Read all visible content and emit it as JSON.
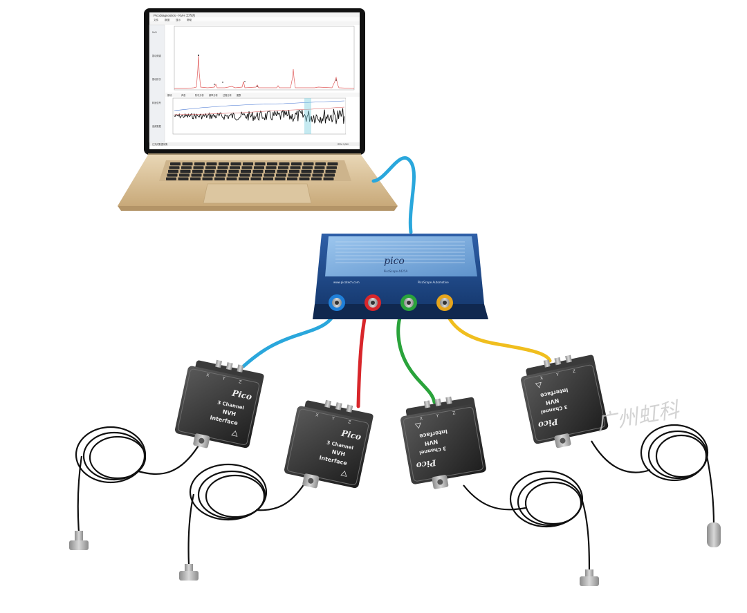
{
  "laptop": {
    "window_title": "PicoDiagnostics - NVH 工作台",
    "menu": [
      "文件",
      "数据",
      "显示",
      "帮助"
    ],
    "side_tabs": [
      "NVH",
      "振动频谱",
      "振动阶次",
      "转速信号",
      "音频数据"
    ],
    "bottom_tabs": [
      "振动",
      "声音",
      "阶次分析",
      "频率分析",
      "过程分析",
      "图表"
    ],
    "status_left": "已完成数据采集",
    "status_right": "RPM 3,000"
  },
  "hub": {
    "brand": "pico",
    "subtitle": "PicoScope 4425A",
    "footer_left": "www.picotech.com",
    "footer_right": "PicoScope Automotive",
    "port_colors": [
      "#1f7fd8",
      "#d8262b",
      "#2aa33b",
      "#e6a51c"
    ]
  },
  "cable_colors": {
    "usb": "#2aa7dc",
    "ch1": "#2aa7dc",
    "ch2": "#d8262b",
    "ch3": "#2aa33b",
    "ch4": "#f0be1e"
  },
  "interfaces": [
    {
      "brand": "Pico",
      "line1": "3 Channel",
      "line2": "NVH",
      "line3": "Interface",
      "axes": [
        "X",
        "Y",
        "Z"
      ]
    },
    {
      "brand": "Pico",
      "line1": "3 Channel",
      "line2": "NVH",
      "line3": "Interface",
      "axes": [
        "X",
        "Y",
        "Z"
      ]
    },
    {
      "brand": "Pico",
      "line1": "3 Channel",
      "line2": "NVH",
      "line3": "Interface",
      "axes": [
        "X",
        "Y",
        "Z"
      ]
    },
    {
      "brand": "Pico",
      "line1": "3 Channel",
      "line2": "NVH",
      "line3": "Interface",
      "axes": [
        "X",
        "Y",
        "Z"
      ]
    }
  ],
  "watermark": "广州虹科"
}
